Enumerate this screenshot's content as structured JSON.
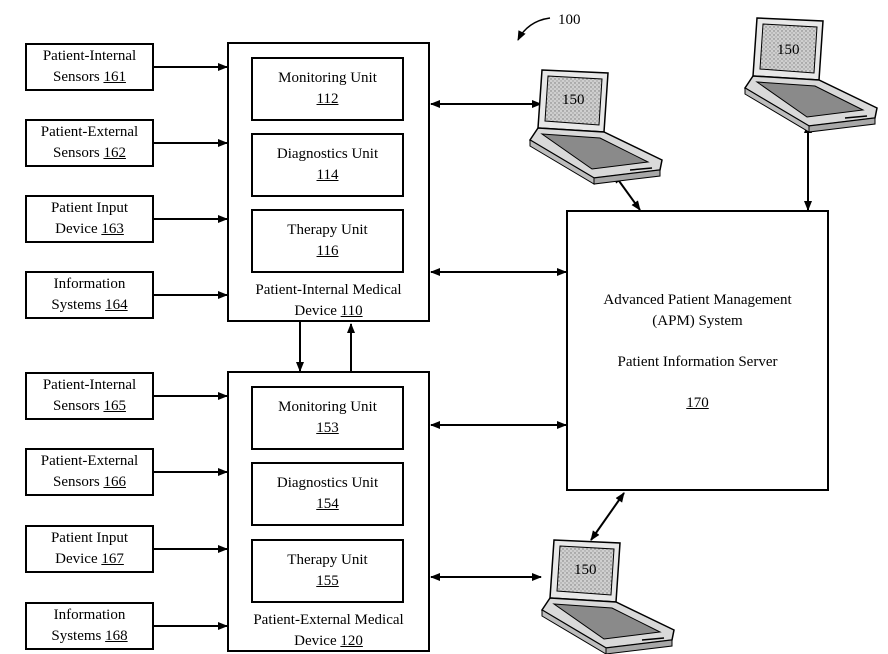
{
  "figure_ref": "100",
  "left_inputs": [
    {
      "line1": "Patient-Internal",
      "line2": "Sensors",
      "num": "161"
    },
    {
      "line1": "Patient-External",
      "line2": "Sensors",
      "num": "162"
    },
    {
      "line1": "Patient Input",
      "line2": "Device",
      "num": "163"
    },
    {
      "line1": "Information",
      "line2": "Systems",
      "num": "164"
    },
    {
      "line1": "Patient-Internal",
      "line2": "Sensors",
      "num": "165"
    },
    {
      "line1": "Patient-External",
      "line2": "Sensors",
      "num": "166"
    },
    {
      "line1": "Patient Input",
      "line2": "Device",
      "num": "167"
    },
    {
      "line1": "Information",
      "line2": "Systems",
      "num": "168"
    }
  ],
  "device_internal": {
    "label_line1": "Patient-Internal Medical",
    "label_line2": "Device",
    "num": "110",
    "units": [
      {
        "name": "Monitoring Unit",
        "num": "112"
      },
      {
        "name": "Diagnostics Unit",
        "num": "114"
      },
      {
        "name": "Therapy Unit",
        "num": "116"
      }
    ]
  },
  "device_external": {
    "label_line1": "Patient-External Medical",
    "label_line2": "Device",
    "num": "120",
    "units": [
      {
        "name": "Monitoring Unit",
        "num": "153"
      },
      {
        "name": "Diagnostics Unit",
        "num": "154"
      },
      {
        "name": "Therapy Unit",
        "num": "155"
      }
    ]
  },
  "apm": {
    "line1": "Advanced Patient Management",
    "line2": "(APM) System",
    "line3": "Patient Information Server",
    "num": "170"
  },
  "laptop_label": "150",
  "laptop_icon": "laptop-computer-icon"
}
